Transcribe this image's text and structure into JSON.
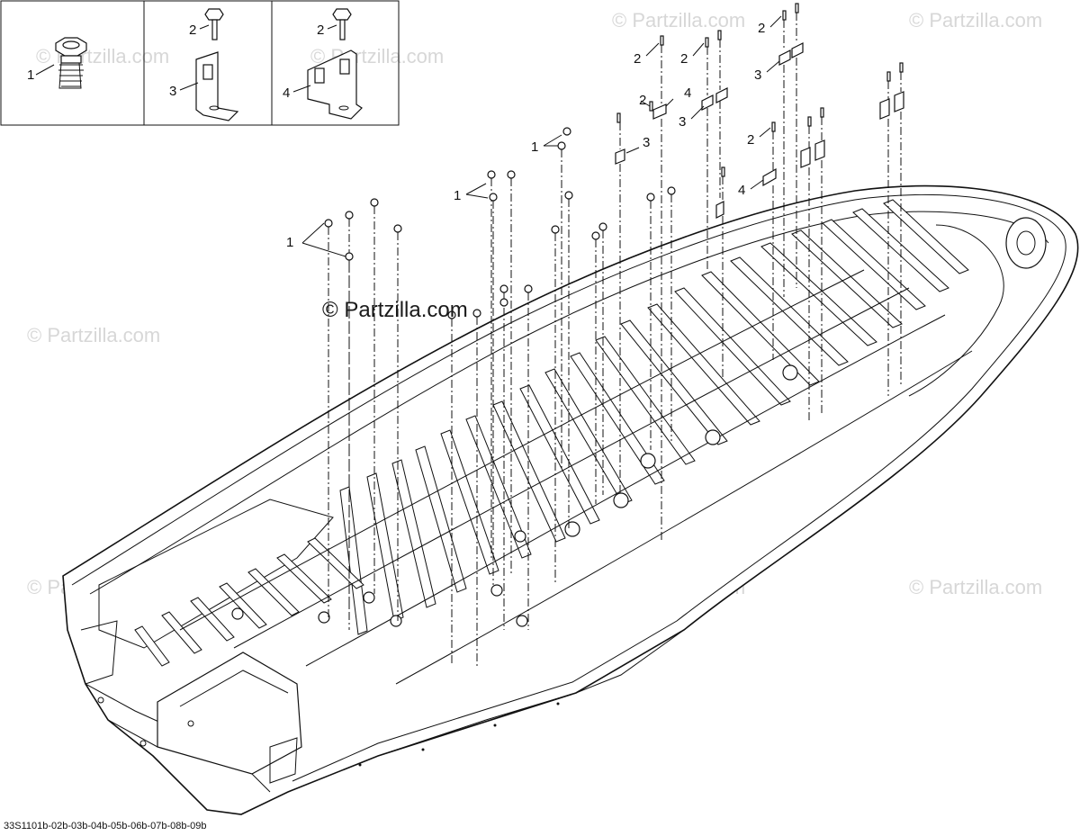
{
  "callouts": {
    "c1a": "1",
    "c2a": "2",
    "c3a": "3",
    "c2b": "2",
    "c4a": "4",
    "c1b": "1",
    "c1c": "1",
    "c1d": "1",
    "c2c": "2",
    "c2d": "2",
    "c2e": "2",
    "c2f": "2",
    "c2g": "2",
    "c3b": "3",
    "c3c": "3",
    "c3d": "3",
    "c4b": "4",
    "c4c": "4"
  },
  "watermarks": {
    "main": "© Partzilla.com",
    "faint": "© Partzilla.com"
  },
  "diagram_code": "33S1101b-02b-03b-04b-05b-06b-07b-08b-09b"
}
